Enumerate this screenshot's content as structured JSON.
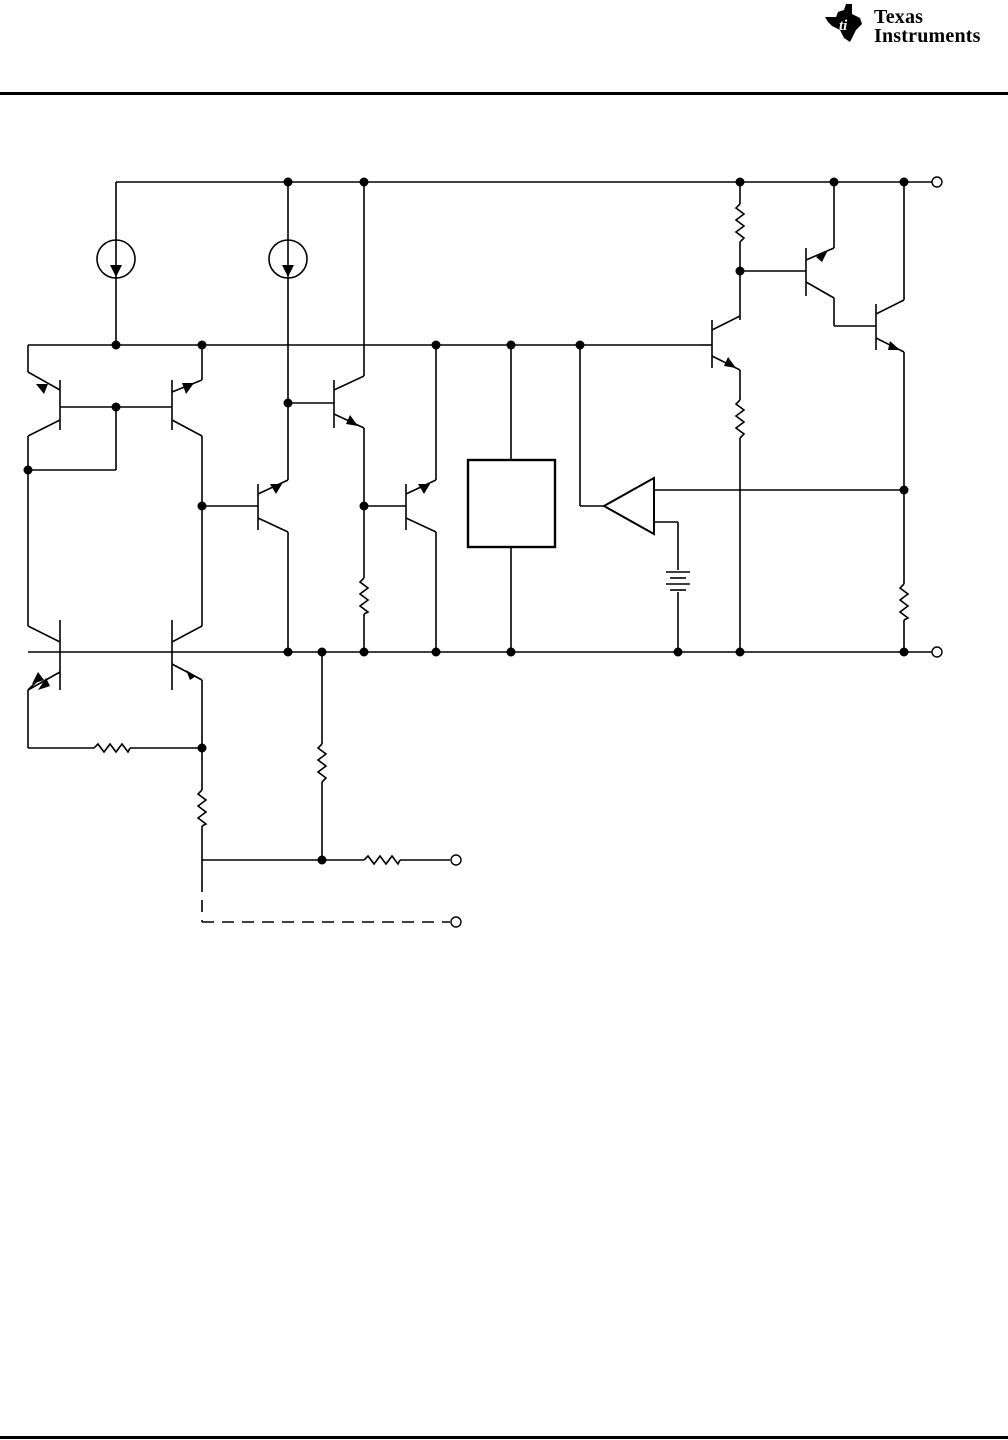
{
  "header": {
    "company_line1": "Texas",
    "company_line2": "Instruments",
    "logo_icon": "ti-state-logo-icon"
  },
  "diagram": {
    "type": "circuit-schematic",
    "description_elements": [
      "current-source",
      "npn-transistor",
      "pnp-transistor",
      "resistor",
      "comparator",
      "voltage-reference",
      "reference-block",
      "terminal"
    ]
  }
}
